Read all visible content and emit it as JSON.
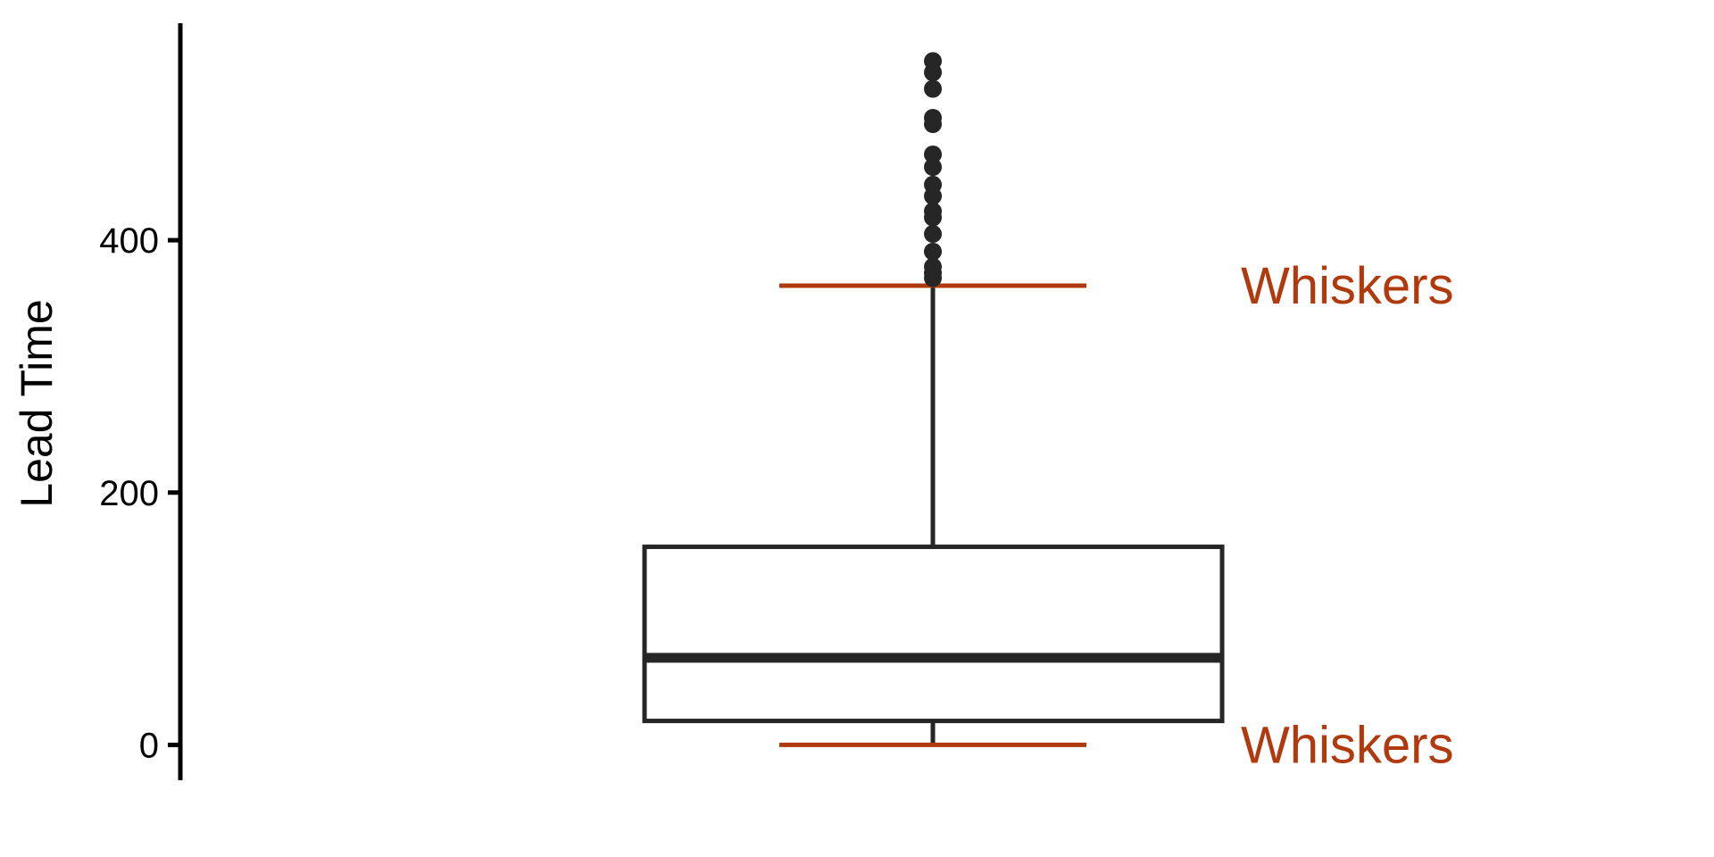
{
  "chart_data": {
    "type": "boxplot",
    "ylabel": "Lead Time",
    "xlabel": "",
    "ylim": [
      -28,
      572
    ],
    "yticks": [
      0,
      200,
      400
    ],
    "grid": false,
    "legend": "none",
    "box": {
      "whisker_low": 0,
      "q1": 19,
      "median": 69,
      "q3": 157,
      "whisker_high": 364
    },
    "outliers": [
      370,
      374,
      379,
      391,
      405,
      418,
      423,
      435,
      444,
      458,
      468,
      492,
      497,
      520,
      533,
      542
    ],
    "annotations": [
      {
        "text": "Whiskers",
        "y": 364
      },
      {
        "text": "Whiskers",
        "y": 0
      }
    ],
    "colors": {
      "box": "#262626",
      "whisker_cap": "#b03a0e",
      "annotation": "#b03a0e",
      "axis": "#000000"
    }
  }
}
